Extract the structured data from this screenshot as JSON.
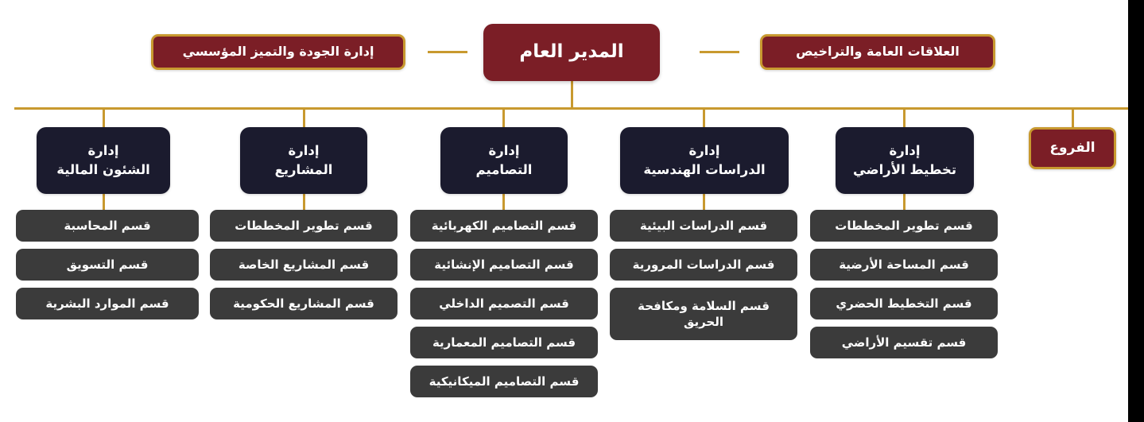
{
  "chart": {
    "title_node": {
      "label": "المدير العام",
      "role": "director"
    },
    "staff_nodes": [
      {
        "label": "إدارة الجودة والتميز المؤسسي",
        "side": "left"
      },
      {
        "label": "العلاقات العامة والتراخيص",
        "side": "right"
      }
    ],
    "branches_node": {
      "label": "الفروع"
    },
    "departments": [
      {
        "label": "إدارة\nالشئون المالية",
        "sections": [
          {
            "label": "قسم المحاسبة"
          },
          {
            "label": "قسم التسويق"
          },
          {
            "label": "قسم الموارد البشرية"
          }
        ]
      },
      {
        "label": "إدارة\nالمشاريع",
        "sections": [
          {
            "label": "قسم تطوير المخططات"
          },
          {
            "label": "قسم المشاريع الخاصة"
          },
          {
            "label": "قسم المشاريع الحكومية"
          }
        ]
      },
      {
        "label": "إدارة\nالتصاميم",
        "sections": [
          {
            "label": "قسم التصاميم الكهربائية"
          },
          {
            "label": "قسم التصاميم الإنشائية"
          },
          {
            "label": "قسم التصميم الداخلي"
          },
          {
            "label": "قسم التصاميم المعمارية"
          },
          {
            "label": "قسم التصاميم الميكانيكية"
          }
        ]
      },
      {
        "label": "إدارة\nالدراسات الهندسية",
        "sections": [
          {
            "label": "قسم الدراسات البيئية"
          },
          {
            "label": "قسم الدراسات المرورية"
          },
          {
            "label": "قسم السلامة ومكافحة الحريق"
          }
        ]
      },
      {
        "label": "إدارة\nتخطيط الأراضي",
        "sections": [
          {
            "label": "قسم تطوير المخططات"
          },
          {
            "label": "قسم المساحة الأرضية"
          },
          {
            "label": "قسم التخطيط الحضري"
          },
          {
            "label": "قسم تقسيم الأراضي"
          }
        ]
      }
    ],
    "colors": {
      "director_bg": "#7B1E26",
      "staff_border": "#C8992F",
      "department_bg": "#1B1B2E",
      "section_bg": "#3B3B3B",
      "connector": "#C8992F",
      "text": "#FFFFFF",
      "page_bg": "#FFFFFF",
      "gutter": "#000000"
    }
  }
}
